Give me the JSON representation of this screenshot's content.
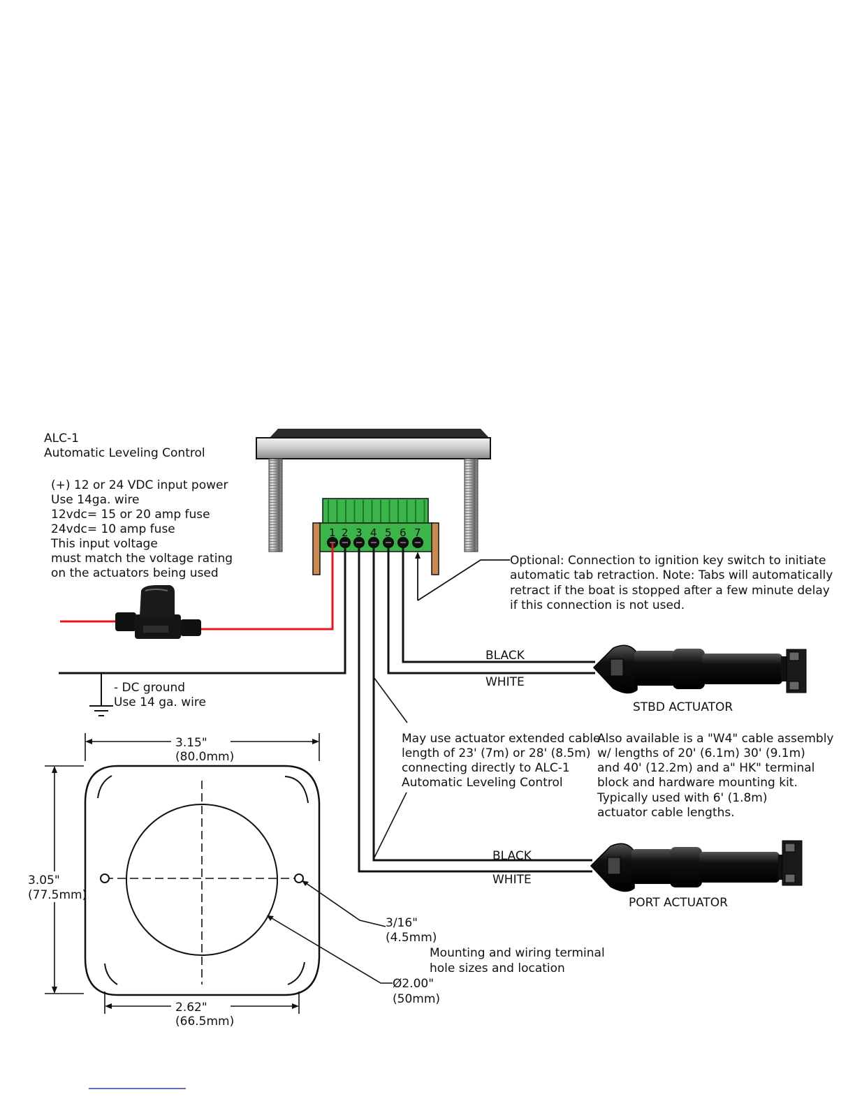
{
  "title": {
    "line1": "ALC-1",
    "line2": "Automatic Leveling Control"
  },
  "power_note": [
    "(+) 12 or 24 VDC input power",
    "Use 14ga. wire",
    "12vdc= 15 or 20 amp fuse",
    "24vdc= 10 amp fuse",
    "This input voltage",
    "must match the voltage rating",
    "on the actuators being used"
  ],
  "terminal_numbers": [
    "1",
    "2",
    "3",
    "4",
    "5",
    "6",
    "7"
  ],
  "optional_note": [
    "Optional: Connection to ignition key switch to initiate",
    "automatic tab retraction. Note: Tabs will automatically",
    "retract if the boat is stopped after a few minute delay",
    "if this connection is not used."
  ],
  "ground_note": [
    "- DC ground",
    "Use 14 ga. wire"
  ],
  "stbd": {
    "black": "BLACK",
    "white": "WHITE",
    "name": "STBD ACTUATOR"
  },
  "port": {
    "black": "BLACK",
    "white": "WHITE",
    "name": "PORT ACTUATOR"
  },
  "cable_note": [
    "May use actuator extended  cable",
    "length of 23' (7m) or 28' (8.5m)",
    "connecting directly to ALC-1",
    "Automatic Leveling Control"
  ],
  "w4_note": [
    "Also available is a \"W4\" cable assembly",
    "w/ lengths of 20' (6.1m) 30' (9.1m)",
    "and 40' (12.2m) and a\" HK\" terminal",
    "block and hardware mounting kit.",
    " Typically used with 6' (1.8m)",
    "actuator cable lengths."
  ],
  "dimensions": {
    "width_in": "3.15\"",
    "width_mm": "(80.0mm)",
    "height_in": "3.05\"",
    "height_mm": "(77.5mm)",
    "hole_spacing_in": "2.62\"",
    "hole_spacing_mm": "(66.5mm)",
    "hole_dia_in": "3/16\"",
    "hole_dia_mm": "(4.5mm)",
    "cutout_dia_in": "Ø2.00\"",
    "cutout_dia_mm": "(50mm)"
  },
  "mounting_note": [
    "Mounting and wiring terminal",
    "hole sizes and location"
  ],
  "colors": {
    "power_wire": "#e8141c",
    "terminal_block": "#3bb54a",
    "terminal_post": "#c98a52",
    "wire": "#111111"
  }
}
